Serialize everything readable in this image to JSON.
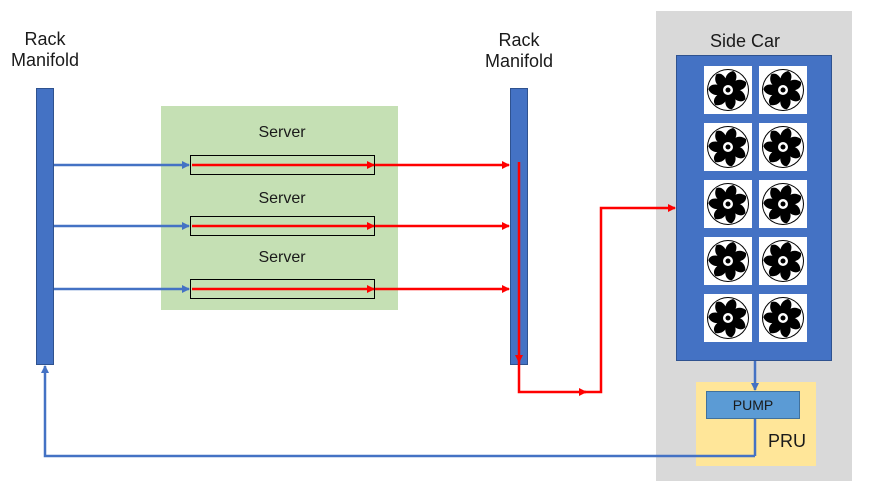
{
  "colors": {
    "manifold_blue": "#4472c4",
    "server_green": "#c5e0b4",
    "sidecar_gray": "#d9d9d9",
    "pru_yellow": "#ffe699",
    "pump_blue": "#5b9bd5",
    "hot_flow_red": "#ff0000",
    "cold_flow_blue": "#4472c4"
  },
  "left_manifold": {
    "label": "Rack\nManifold"
  },
  "right_manifold": {
    "label": "Rack\nManifold"
  },
  "servers": [
    {
      "label": "Server"
    },
    {
      "label": "Server"
    },
    {
      "label": "Server"
    }
  ],
  "side_car": {
    "label": "Side Car",
    "fan_count": 10,
    "fan_icon": "fan-icon"
  },
  "pru": {
    "label": "PRU"
  },
  "pump": {
    "label": "PUMP"
  }
}
